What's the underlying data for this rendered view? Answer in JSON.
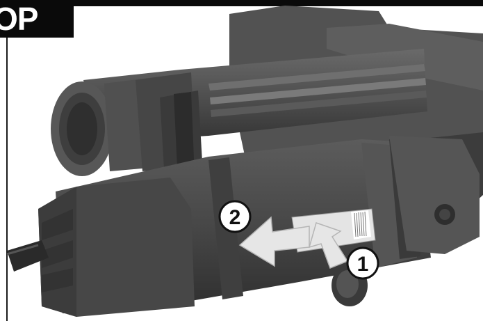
{
  "section_tab": {
    "text": "OP"
  },
  "callouts": [
    {
      "number": "2"
    },
    {
      "number": "1"
    }
  ],
  "colors": {
    "header": "#0a0a0a",
    "tool_body": "#4a4a4a",
    "arrow": "#e6e6e6"
  }
}
